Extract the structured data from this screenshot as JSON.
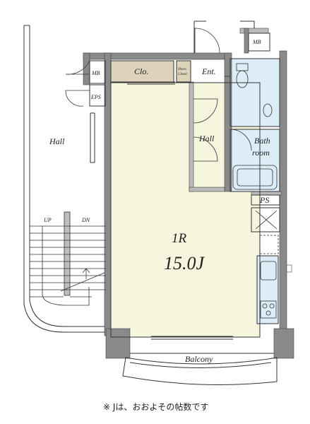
{
  "labels": {
    "mb_top": "MB",
    "mb_left": "MB",
    "eps": "EPS",
    "clo": "Clo.",
    "shoes_closet_1": "Shoes",
    "shoes_closet_2": "Closet",
    "ent": "Ent.",
    "hall_left": "Hall",
    "hall_inner": "Hall",
    "bath_1": "Bath",
    "bath_2": "room",
    "ps": "PS",
    "up": "UP",
    "dn": "DN",
    "room_type": "1R",
    "room_area": "15.0J",
    "balcony": "Balcony"
  },
  "note": "※ Jは、おおよその帖数です",
  "colors": {
    "main_room": "#f6f5dd",
    "closet": "#ddd3ba",
    "bath": "#dcedf8",
    "wall": "#8a8a8a",
    "line": "#333333"
  }
}
